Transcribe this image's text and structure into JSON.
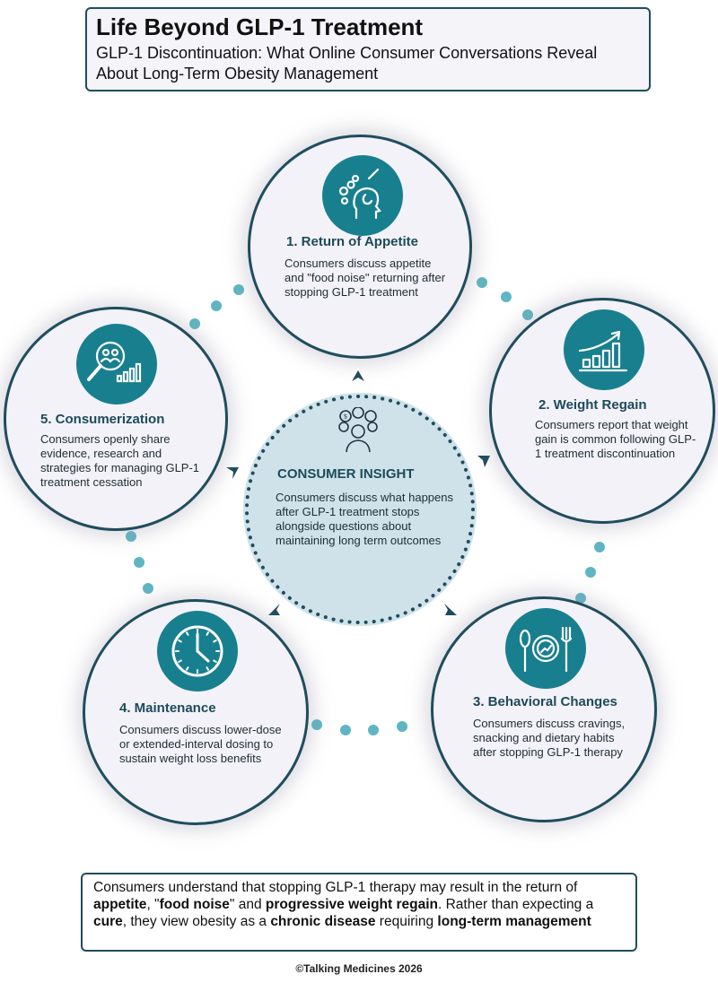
{
  "header": {
    "title": "Life Beyond GLP-1 Treatment",
    "subtitle": "GLP-1 Discontinuation: What Online Consumer Conversations Reveal About Long-Term Obesity Management"
  },
  "center": {
    "title": "CONSUMER INSIGHT",
    "description": "Consumers discuss what happens after GLP-1 treatment stops alongside questions about maintaining long term outcomes",
    "icon": "person-with-thoughts-icon"
  },
  "stages": [
    {
      "title": "1. Return of Appetite",
      "description": "Consumers discuss appetite and \"food noise\" returning after stopping GLP-1 treatment",
      "icon": "head-thoughts-icon"
    },
    {
      "title": "2. Weight Regain",
      "description": "Consumers report that weight gain is common following GLP-1 treatment discontinuation",
      "icon": "rising-bar-chart-icon"
    },
    {
      "title": "3. Behavioral Changes",
      "description": "Consumers discuss cravings, snacking and dietary habits after stopping GLP-1 therapy",
      "icon": "plate-cutlery-icon"
    },
    {
      "title": "4. Maintenance",
      "description": "Consumers discuss lower-dose or extended-interval dosing to sustain weight loss benefits",
      "icon": "clock-icon"
    },
    {
      "title": "5. Consumerization",
      "description": "Consumers openly share evidence, research and strategies for managing GLP-1 treatment cessation",
      "icon": "magnifier-people-chart-icon"
    }
  ],
  "summary": {
    "t1": "Consumers understand that stopping GLP-1 therapy may result in the return of ",
    "b1": "appetite",
    "t2": ", \"",
    "b2": "food noise",
    "t3": "\" and ",
    "b3": "progressive weight regain",
    "t4": ". Rather than expecting a ",
    "b4": "cure",
    "t5": ", they view obesity as a ",
    "b5": "chronic disease",
    "t6": " requiring ",
    "b6": "long-term management"
  },
  "footer": {
    "copyright": "©Talking Medicines 2026"
  },
  "colors": {
    "teal": "#187f8f",
    "dark_navy": "#1f4d5e",
    "dot": "#5fb6c2",
    "center_fill": "#cfe2ea",
    "circle_fill": "#f3f2f8"
  }
}
